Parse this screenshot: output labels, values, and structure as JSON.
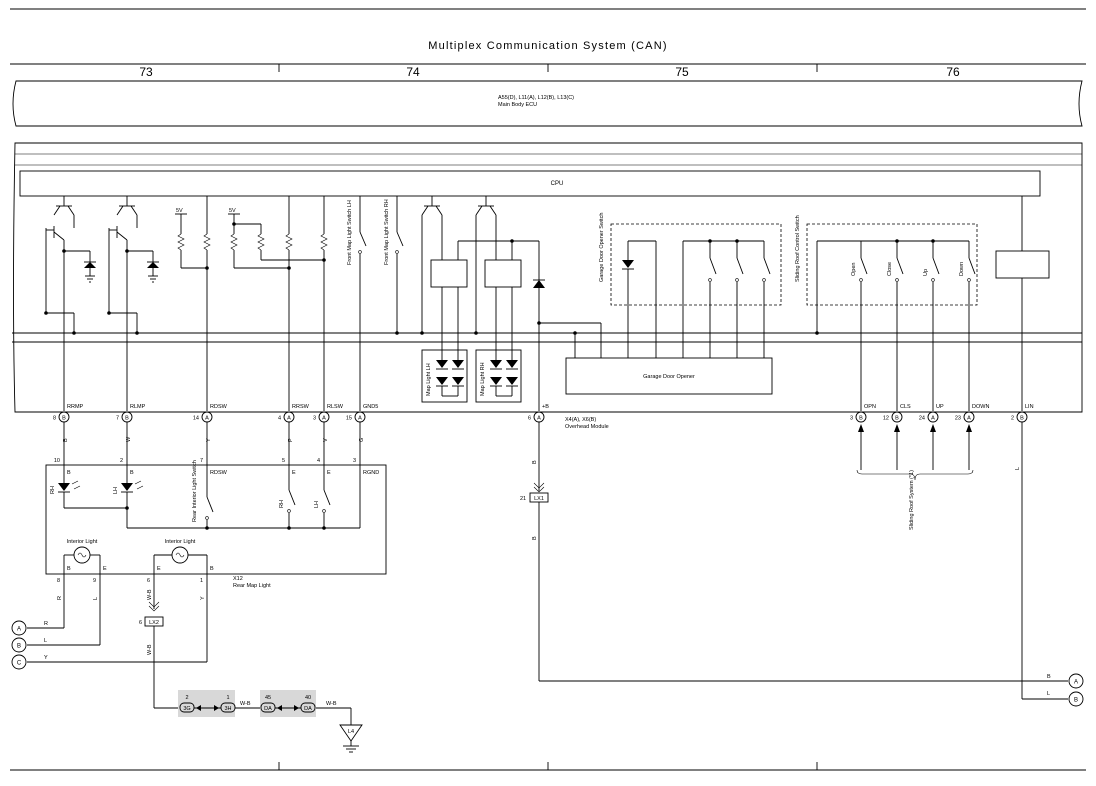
{
  "title": "Multiplex Communication System (CAN)",
  "sections": [
    "73",
    "74",
    "75",
    "76"
  ],
  "main_ecu": {
    "codes": "A55(D), L11(A), L12(B), L13(C)",
    "name": "Main Body ECU"
  },
  "cpu_label": "CPU",
  "voltage_label": "5V",
  "switch_labels": {
    "front_map_lh": "Front Map Light Switch LH",
    "front_map_rh": "Front Map Light Switch RH",
    "garage_door_opener_switch": "Garage Door Opener Switch",
    "sliding_roof_control_switch": "Sliding Roof Control Switch"
  },
  "roof_switches": [
    "Open",
    "Close",
    "Up",
    "Down"
  ],
  "map_lights": [
    "Map Light LH",
    "Map Light RH"
  ],
  "garage_door_opener": "Garage Door Opener",
  "overhead_module": {
    "codes": "X4(A), X6(B)",
    "name": "Overhead Module"
  },
  "ecu_terminals": [
    {
      "label": "RRMP",
      "pin": "8",
      "conn": "B",
      "wire": "B"
    },
    {
      "label": "RLMP",
      "pin": "7",
      "conn": "B",
      "wire": "W"
    },
    {
      "label": "RDSW",
      "pin": "14",
      "conn": "A",
      "wire": "Y"
    },
    {
      "label": "RRSW",
      "pin": "4",
      "conn": "A",
      "wire": "P"
    },
    {
      "label": "RLSW",
      "pin": "3",
      "conn": "A",
      "wire": "V"
    },
    {
      "label": "GND5",
      "pin": "15",
      "conn": "A",
      "wire": "G"
    },
    {
      "label": "+B",
      "pin": "6",
      "conn": "A",
      "wire": "B"
    },
    {
      "label": "OPN",
      "pin": "3",
      "conn": "B",
      "wire": ""
    },
    {
      "label": "CLS",
      "pin": "12",
      "conn": "B",
      "wire": ""
    },
    {
      "label": "UP",
      "pin": "24",
      "conn": "A",
      "wire": ""
    },
    {
      "label": "DOWN",
      "pin": "23",
      "conn": "A",
      "wire": ""
    },
    {
      "label": "LIN",
      "pin": "2",
      "conn": "B",
      "wire": "L"
    }
  ],
  "rear_map_light": {
    "code": "X12",
    "name": "Rear Map Light",
    "top_pins": [
      "10",
      "2",
      "7",
      "5",
      "4",
      "3"
    ],
    "top_labels": [
      "B",
      "B",
      "RDSW",
      "E",
      "E",
      "RGND"
    ],
    "lamp_labels": [
      "RH",
      "LH"
    ],
    "switch_rh": "RH",
    "switch_lh": "LH",
    "interior_switch": "Rear Interior Light Switch",
    "interior_light": "Interior Light",
    "bottom_pins": [
      "8",
      "9",
      "6",
      "1"
    ],
    "bottom_labels": [
      "B",
      "E",
      "E",
      "B"
    ],
    "bottom_wires": [
      "R",
      "L",
      "W-B",
      "Y"
    ]
  },
  "lx1": {
    "pin": "21",
    "name": "LX1",
    "wire_in": "B",
    "wire_out": "B"
  },
  "lx2": {
    "pin": "6",
    "name": "LX2",
    "wire_out": "W-B"
  },
  "sliding_roof_ref": "Sliding Roof System (*1)",
  "offpage_left": [
    {
      "id": "A",
      "wire": "R"
    },
    {
      "id": "B",
      "wire": "L"
    },
    {
      "id": "C",
      "wire": "Y"
    }
  ],
  "offpage_right": [
    {
      "id": "A",
      "wire": "B"
    },
    {
      "id": "B",
      "wire": "L"
    }
  ],
  "junctions": [
    {
      "pin1": "2",
      "name1": "3G",
      "pin2": "1",
      "name2": "3H"
    },
    {
      "pin1": "45",
      "name1": "DA",
      "pin2": "40",
      "name2": "DA"
    }
  ],
  "junction_wire": "W-B",
  "ground": "L4"
}
